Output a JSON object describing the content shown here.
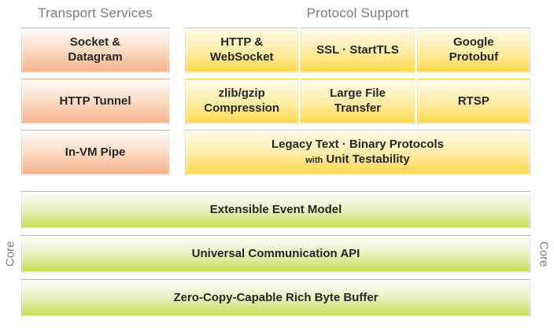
{
  "palette": {
    "orange_top": "#fffdfb",
    "orange_mid": "#fbdcc5",
    "orange_bottom": "#f6b28a",
    "yellow_top": "#fefbea",
    "yellow_mid": "#fdeead",
    "yellow_bottom": "#ffd84e",
    "green_top": "#fdfef9",
    "green_mid": "#e9f2c4",
    "green_bottom": "#c4db50",
    "header_gray": "#7b7b7b",
    "text_dark": "#262626"
  },
  "transport": {
    "header": "Transport Services",
    "boxes": [
      "Socket &\nDatagram",
      "HTTP Tunnel",
      "In-VM Pipe"
    ]
  },
  "protocol": {
    "header": "Protocol Support",
    "row1": [
      "HTTP &\nWebSocket",
      "SSL · StartTLS",
      "Google\nProtobuf"
    ],
    "row2": [
      "zlib/gzip\nCompression",
      "Large File\nTransfer",
      "RTSP"
    ],
    "legacy": {
      "line1": "Legacy Text · Binary Protocols",
      "with_word": "with",
      "line2": "Unit Testability"
    }
  },
  "core": {
    "label_left": "Core",
    "label_right": "Core",
    "rows": [
      "Extensible Event Model",
      "Universal Communication API",
      "Zero-Copy-Capable Rich Byte Buffer"
    ]
  }
}
